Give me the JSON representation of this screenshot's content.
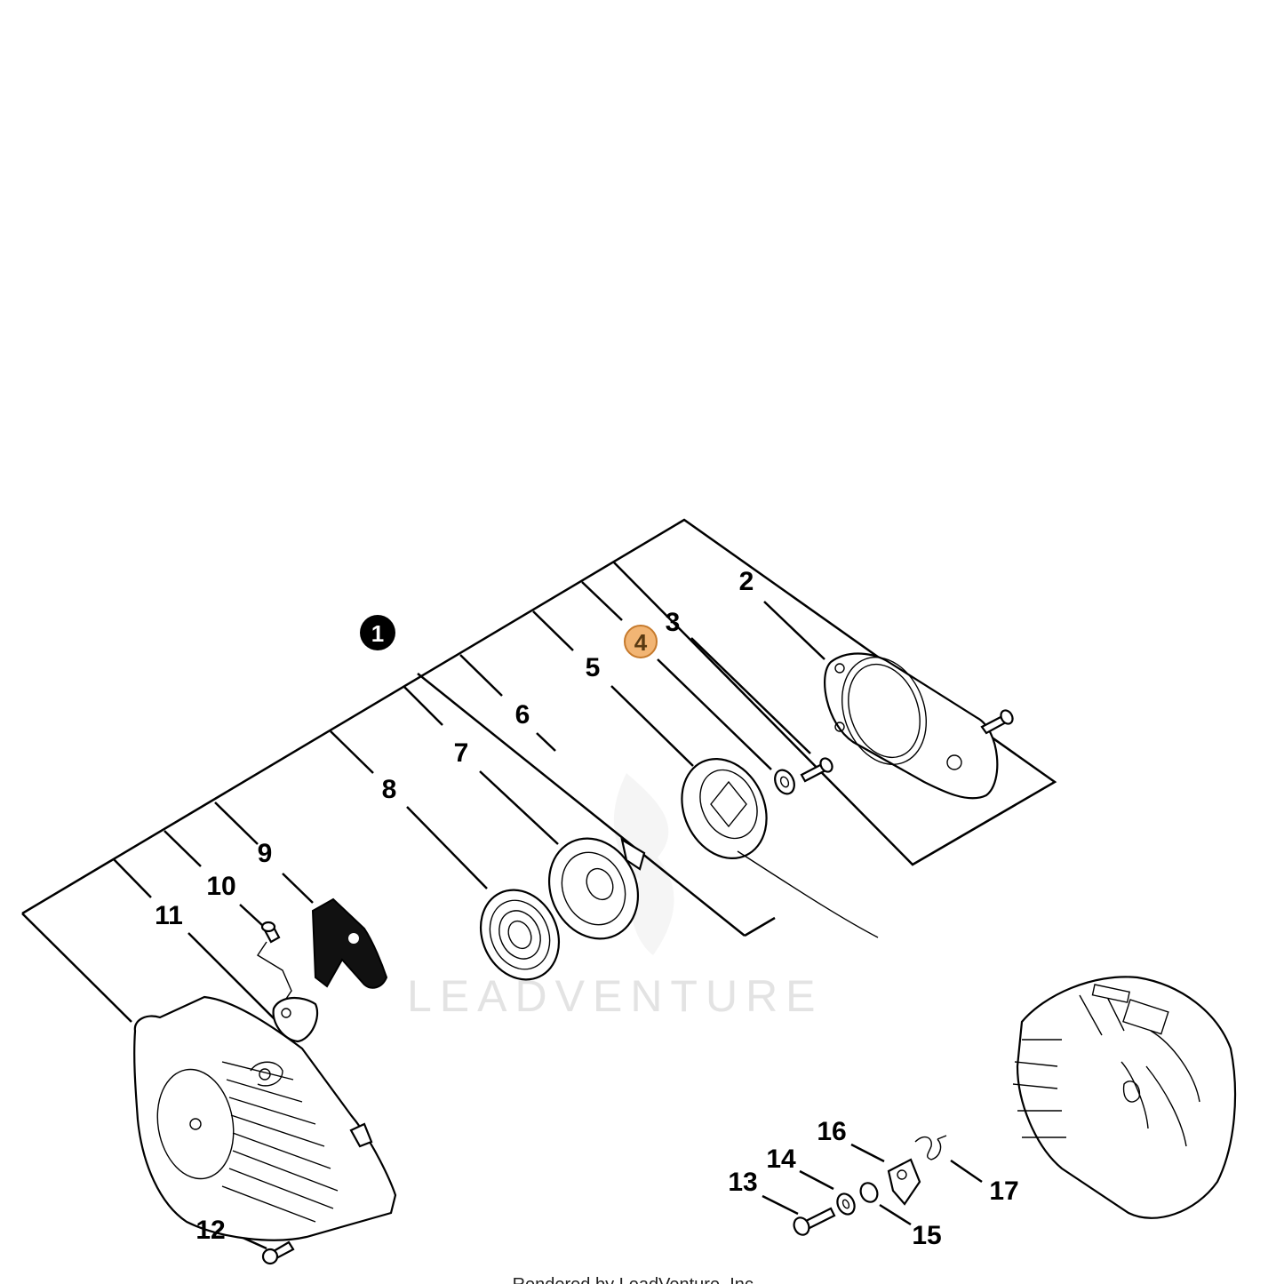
{
  "callouts": {
    "c1": "1",
    "c2": "2",
    "c3": "3",
    "c4": "4",
    "c5": "5",
    "c6": "6",
    "c7": "7",
    "c8": "8",
    "c9": "9",
    "c10": "10",
    "c11": "11",
    "c12": "12",
    "c13": "13",
    "c14": "14",
    "c15": "15",
    "c16": "16",
    "c17": "17"
  },
  "highlighted_callout": "4",
  "colors": {
    "highlight_fill": "#f2b574",
    "highlight_stroke": "#c67a2c",
    "assembly_badge": "#000000",
    "watermark": "#e3e3e3"
  },
  "watermark": "LEADVENTURE",
  "footer": "Rendered by LeadVenture, Inc."
}
